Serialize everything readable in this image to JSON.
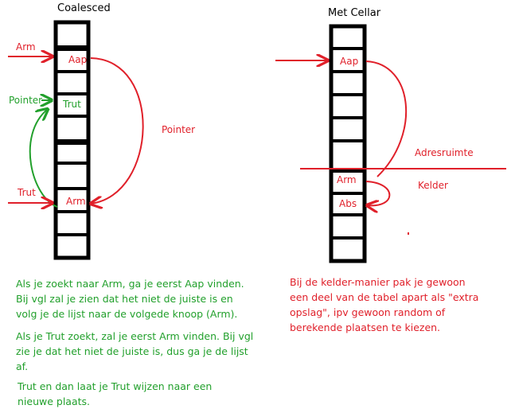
{
  "colors": {
    "red": "#e0202a",
    "green": "#22a02c",
    "black": "#000000"
  },
  "left": {
    "title": "Coalesced",
    "cells": [
      "",
      "Aap",
      "",
      "Trut",
      "",
      "",
      "",
      "",
      "Arm",
      "",
      ""
    ],
    "labels": {
      "arm": "Arm",
      "pointer_green": "Pointer",
      "trut": "Trut",
      "pointer_red": "Pointer"
    },
    "notes": [
      "Als je zoekt naar Arm, ga je eerst Aap vinden. Bij vgl zal je zien dat het niet de juiste is en volg je de lijst naar de volgede knoop (Arm).",
      "Als je Trut zoekt, zal je eerst Arm vinden. Bij vgl zie je dat het niet de juiste is, dus ga je de lijst af.",
      "Trut en dan laat je Trut wijzen naar een nieuwe plaats."
    ]
  },
  "right": {
    "title": "Met Cellar",
    "cells": [
      "",
      "Aap",
      "",
      "",
      "",
      "",
      "Arm",
      "Abs",
      "",
      ""
    ],
    "labels": {
      "adresruimte": "Adresruimte",
      "kelder": "Kelder"
    },
    "note": "Bij de kelder-manier pak je gewoon een deel van de tabel apart als \"extra opslag\", ipv gewoon random of berekende plaatsen te kiezen."
  }
}
